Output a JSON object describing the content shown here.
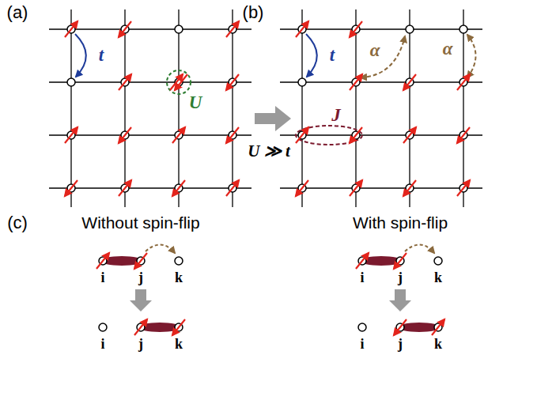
{
  "diagram": {
    "labels": [
      "(a)",
      "(b)",
      "t",
      "U",
      "U ≫ t",
      "t",
      "α",
      "α",
      "J",
      "(c)",
      "Without spin-flip",
      "With spin-flip",
      "i",
      "j",
      "k",
      "i",
      "j",
      "k",
      "i",
      "j",
      "k",
      "i",
      "j",
      "k"
    ]
  }
}
